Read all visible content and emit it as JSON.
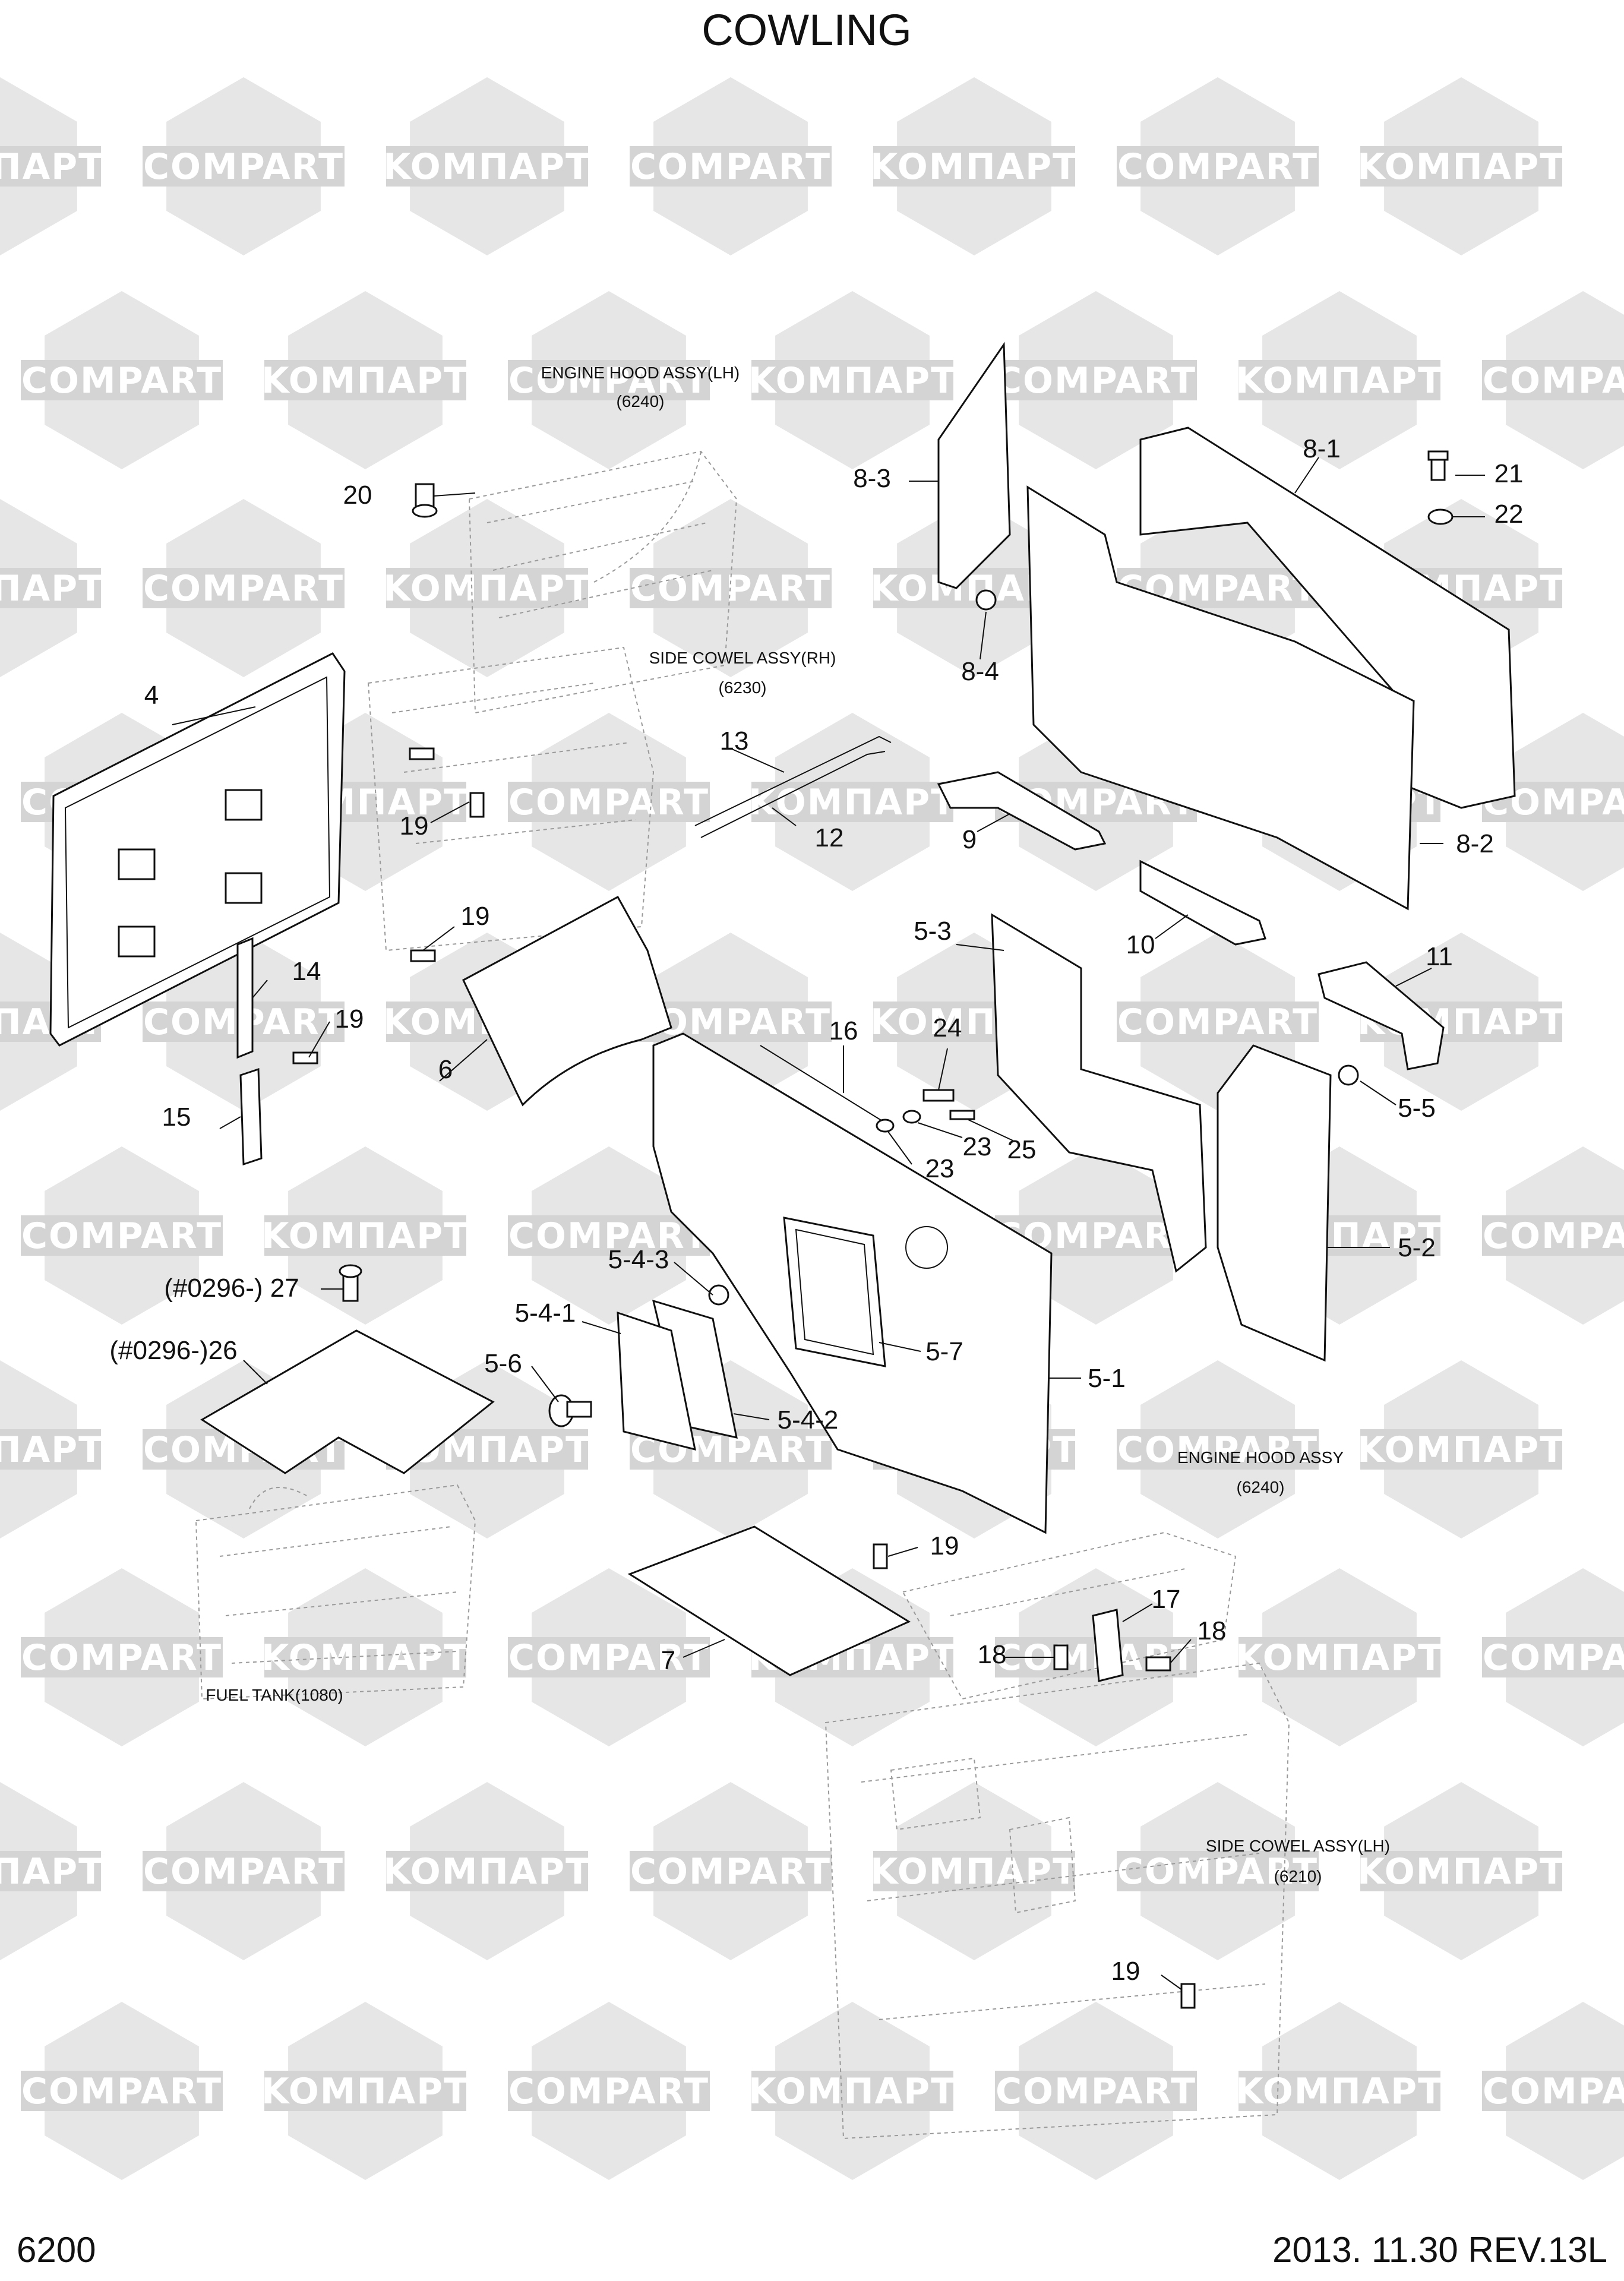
{
  "title": "COWLING",
  "page_number": "6200",
  "revision": "2013. 11.30 REV.13L",
  "watermark": {
    "words": [
      "KOMПAPT",
      "COMPART"
    ]
  },
  "references": [
    {
      "name": "ENGINE HOOD ASSY(LH)",
      "code": "(6240)"
    },
    {
      "name": "SIDE COWEL ASSY(RH)",
      "code": "(6230)"
    },
    {
      "name": "ENGINE HOOD ASSY",
      "code": "(6240)"
    },
    {
      "name": "FUEL TANK(1080)",
      "code": ""
    },
    {
      "name": "SIDE COWEL ASSY(LH)",
      "code": "(6210)"
    }
  ],
  "callouts": [
    "4",
    "19",
    "19",
    "19",
    "19",
    "19",
    "20",
    "14",
    "15",
    "6",
    "13",
    "12",
    "8-3",
    "8-4",
    "8-1",
    "21",
    "22",
    "8-2",
    "9",
    "10",
    "11",
    "5-3",
    "16",
    "24",
    "5-5",
    "23",
    "23",
    "25",
    "5-2",
    "5-4-3",
    "5-7",
    "5-1",
    "5-4-1",
    "5-6",
    "5-4-2",
    "(#0296-) 27",
    "(#0296-)26",
    "7",
    "17",
    "18",
    "18"
  ]
}
